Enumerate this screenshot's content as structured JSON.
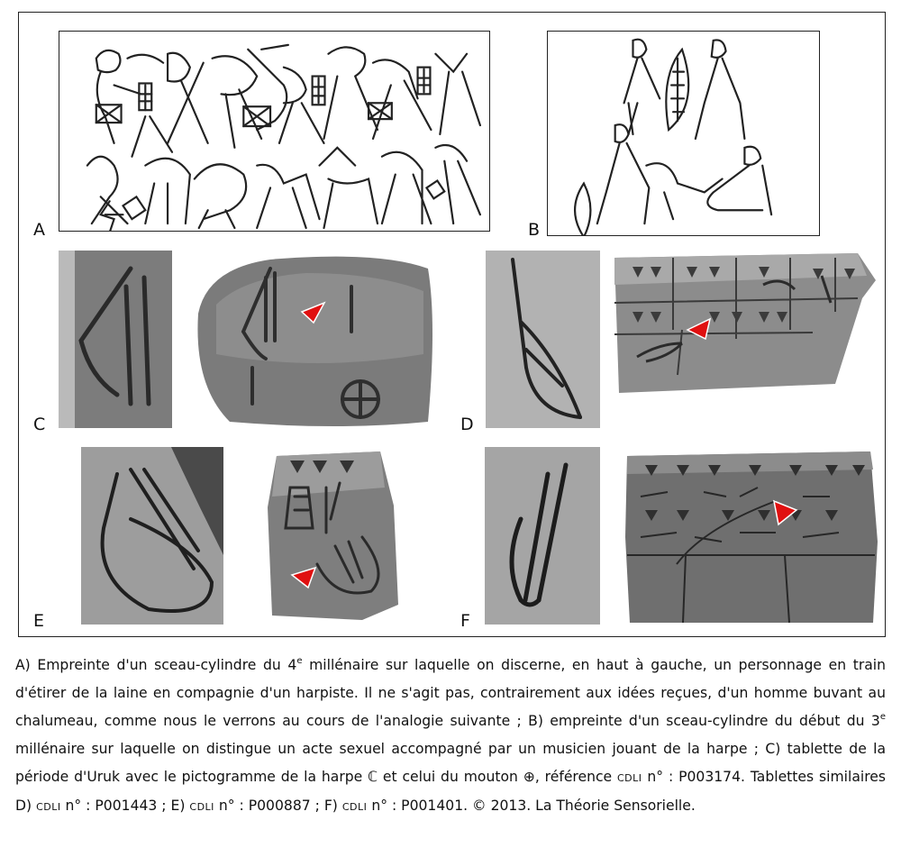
{
  "figure": {
    "panel_labels": {
      "a": "A",
      "b": "B",
      "c": "C",
      "d": "D",
      "e": "E",
      "f": "F"
    }
  },
  "caption": {
    "a1": "A) Empreinte d'un sceau-cylindre du 4",
    "sup_a": "e",
    "a2": " millénaire sur laquelle on discerne, en haut à gauche, un personnage en train d'étirer de la laine en compagnie d'un harpiste. Il ne s'agit pas, contrairement aux idées reçues, d'un homme buvant au chalumeau, comme nous le verrons au cours de l'analogie suivante ; B) empreinte d'un sceau-cylindre du début du 3",
    "sup_b": "e",
    "b2": " millénaire sur laquelle on distingue un acte sexuel accompagné par un musicien jouant de la harpe ; C) tablette de la période d'Uruk avec le pictogramme de la harpe ",
    "harp_glyph": "ℂ",
    "c2": " et celui du mouton ",
    "sheep_glyph": "⊕",
    "c3": ", référence ",
    "cdli": "CDLI",
    "c_ref": " n° : P003174. Tablettes similaires D) ",
    "d_ref": " n° : P001443 ; E) ",
    "e_ref": " n° : P000887 ; F) ",
    "f_ref": " n° : P001401. © 2013. La Théorie Sensorielle."
  },
  "colors": {
    "marker": "#e01010",
    "stone_dark": "#5a5a5a",
    "stone_light": "#bdbdbd"
  }
}
